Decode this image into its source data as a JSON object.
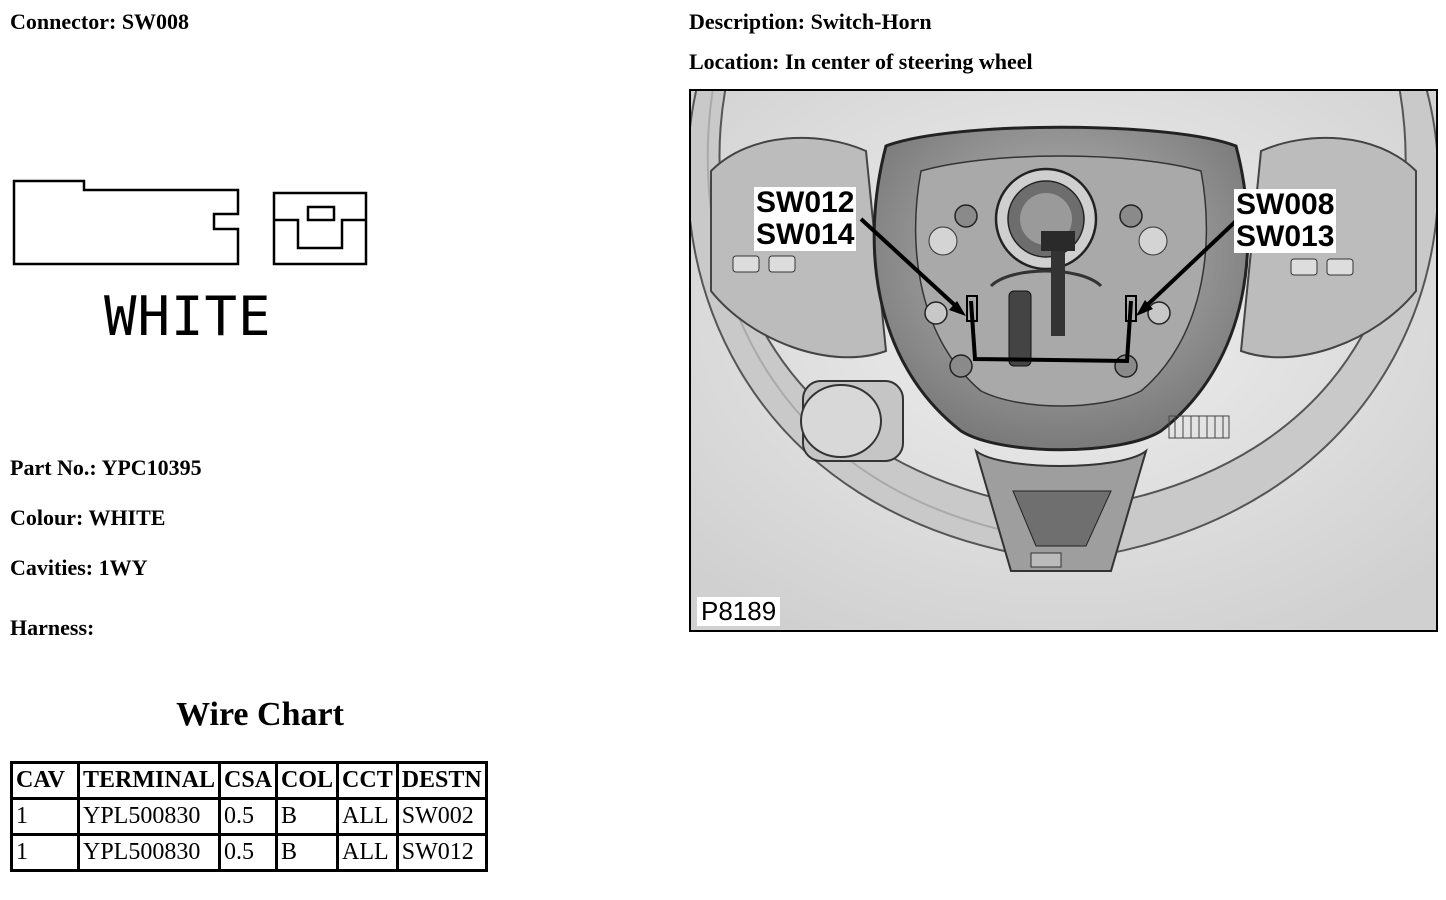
{
  "header": {
    "connector_label": "Connector:",
    "connector_value": "SW008",
    "description_label": "Description:",
    "description_value": "Switch-Horn",
    "location_label": "Location:",
    "location_value": "In center of steering wheel"
  },
  "connector_drawing": {
    "colour_text": "WHITE"
  },
  "details": {
    "part_label": "Part No.:",
    "part_value": "YPC10395",
    "colour_label": "Colour:",
    "colour_value": "WHITE",
    "cavities_label": "Cavities:",
    "cavities_value": "1WY",
    "harness_label": "Harness:",
    "harness_value": ""
  },
  "figure": {
    "callout_left_1": "SW012",
    "callout_left_2": "SW014",
    "callout_right_1": "SW008",
    "callout_right_2": "SW013",
    "figure_id": "P8189"
  },
  "wire_chart": {
    "title": "Wire Chart",
    "columns": [
      "CAV",
      "TERMINAL",
      "CSA",
      "COL",
      "CCT",
      "DESTN"
    ],
    "rows": [
      [
        "1",
        "YPL500830",
        "0.5",
        "B",
        "ALL",
        "SW002"
      ],
      [
        "1",
        "YPL500830",
        "0.5",
        "B",
        "ALL",
        "SW012"
      ]
    ]
  }
}
